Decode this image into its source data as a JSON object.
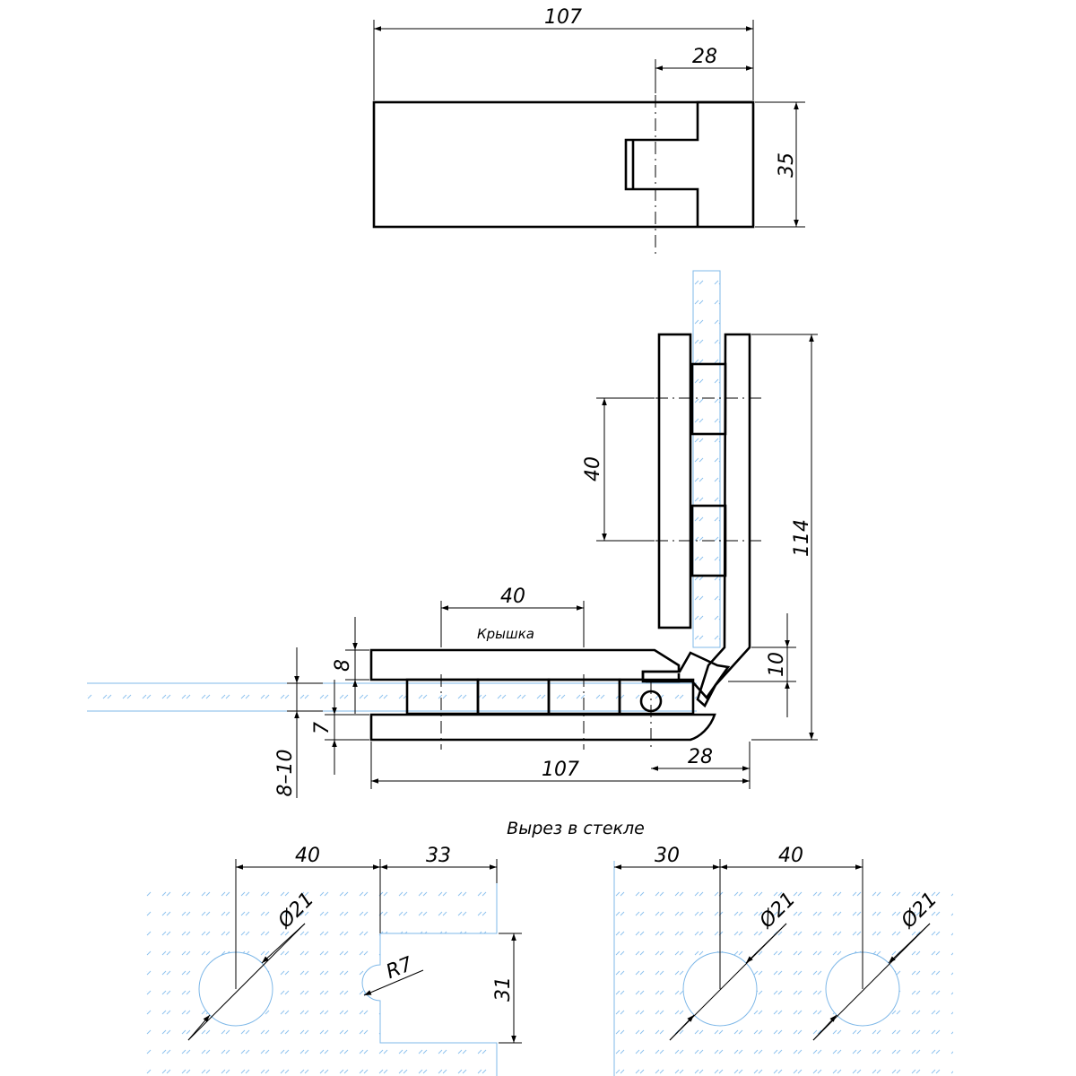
{
  "top_view": {
    "dim_width": "107",
    "dim_slot": "28",
    "dim_height": "35"
  },
  "side_view": {
    "dim_vertical_total": "114",
    "dim_vertical_40": "40",
    "dim_top_10": "10",
    "dim_horizontal_40": "40",
    "cover_label": "Крышка",
    "dim_8": "8",
    "dim_7": "7",
    "dim_glass": "8–10",
    "dim_bottom_107": "107",
    "dim_bottom_28": "28"
  },
  "cutout": {
    "title": "Вырез в стекле",
    "left": {
      "dim_40": "40",
      "dim_33": "33",
      "dim_dia": "Ø21",
      "dim_radius": "R7",
      "dim_31": "31"
    },
    "right": {
      "dim_30": "30",
      "dim_40": "40",
      "dim_dia_1": "Ø21",
      "dim_dia_2": "Ø21"
    }
  },
  "colors": {
    "line": "#000000",
    "glass": "#7fb8e8"
  }
}
